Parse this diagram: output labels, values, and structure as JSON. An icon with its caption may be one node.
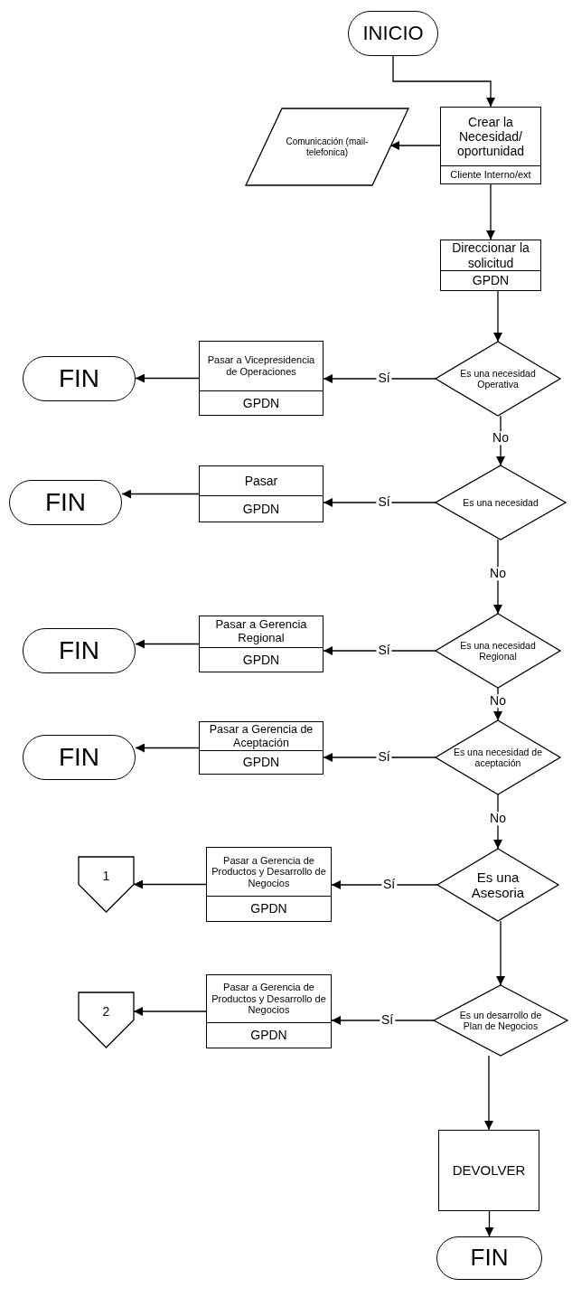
{
  "diagram": {
    "nodes": [
      {
        "text": [
          "INICIO"
        ]
      },
      {
        "text": [
          "Crear la Necesidad/ oportunidad",
          "Cliente Interno/ext"
        ]
      },
      {
        "text": [
          "Comunicación (mail-telefonica)"
        ]
      },
      {
        "text": [
          "Direccionar la solicitud",
          "GPDN"
        ]
      },
      {
        "text": [
          "FIN"
        ]
      },
      {
        "text": [
          "Pasar a Vicepresidencia de Operaciones",
          "GPDN"
        ]
      },
      {
        "text": [
          "Es una necesidad Operativa"
        ]
      },
      {
        "text": [
          "FIN"
        ]
      },
      {
        "text": [
          "Pasar",
          "GPDN"
        ]
      },
      {
        "text": [
          "Es una necesidad"
        ]
      },
      {
        "text": [
          "FIN"
        ]
      },
      {
        "text": [
          "Pasar a Gerencia Regional",
          "GPDN"
        ]
      },
      {
        "text": [
          "Es una necesidad Regional"
        ]
      },
      {
        "text": [
          "FIN"
        ]
      },
      {
        "text": [
          "Pasar a Gerencia de Aceptación",
          "GPDN"
        ]
      },
      {
        "text": [
          "Es una necesidad de aceptación"
        ]
      },
      {
        "text": [
          "1"
        ]
      },
      {
        "text": [
          "Pasar a Gerencia de Productos y Desarrollo de Negocios",
          "GPDN"
        ]
      },
      {
        "text": [
          "Es una Asesoria"
        ]
      },
      {
        "text": [
          "2"
        ]
      },
      {
        "text": [
          "Pasar a Gerencia de Productos y Desarrollo de Negocios",
          "GPDN"
        ]
      },
      {
        "text": [
          "Es un desarrollo de Plan de Negocios"
        ]
      },
      {
        "text": [
          "DEVOLVER"
        ]
      },
      {
        "text": [
          "FIN"
        ]
      }
    ],
    "edges": [
      {
        "from": 0,
        "to": 1,
        "arrow": "to"
      },
      {
        "from": 1,
        "to": 2,
        "arrow": "to"
      },
      {
        "from": 1,
        "to": 3,
        "arrow": "to"
      },
      {
        "from": 3,
        "to": 6,
        "arrow": "to"
      },
      {
        "from": 6,
        "to": 5,
        "arrow": "to",
        "label": "Sí"
      },
      {
        "from": 5,
        "to": 4,
        "arrow": "to"
      },
      {
        "from": 6,
        "to": 9,
        "arrow": "to",
        "label": "No"
      },
      {
        "from": 9,
        "to": 8,
        "arrow": "to",
        "label": "Sí"
      },
      {
        "from": 8,
        "to": 7,
        "arrow": "to"
      },
      {
        "from": 9,
        "to": 12,
        "arrow": "to",
        "label": "No"
      },
      {
        "from": 12,
        "to": 11,
        "arrow": "to",
        "label": "Sí"
      },
      {
        "from": 11,
        "to": 10,
        "arrow": "to"
      },
      {
        "from": 12,
        "to": 15,
        "arrow": "to",
        "label": "No"
      },
      {
        "from": 15,
        "to": 14,
        "arrow": "to",
        "label": "Sí"
      },
      {
        "from": 14,
        "to": 13,
        "arrow": "to"
      },
      {
        "from": 15,
        "to": 18,
        "arrow": "to",
        "label": "No"
      },
      {
        "from": 18,
        "to": 17,
        "arrow": "to",
        "label": "Sí"
      },
      {
        "from": 17,
        "to": 16,
        "arrow": "to"
      },
      {
        "from": 18,
        "to": 21,
        "arrow": "to"
      },
      {
        "from": 21,
        "to": 20,
        "arrow": "to",
        "label": "Sí"
      },
      {
        "from": 20,
        "to": 19,
        "arrow": "to"
      },
      {
        "from": 21,
        "to": 22,
        "arrow": "to"
      },
      {
        "from": 22,
        "to": 23,
        "arrow": "to"
      }
    ]
  }
}
